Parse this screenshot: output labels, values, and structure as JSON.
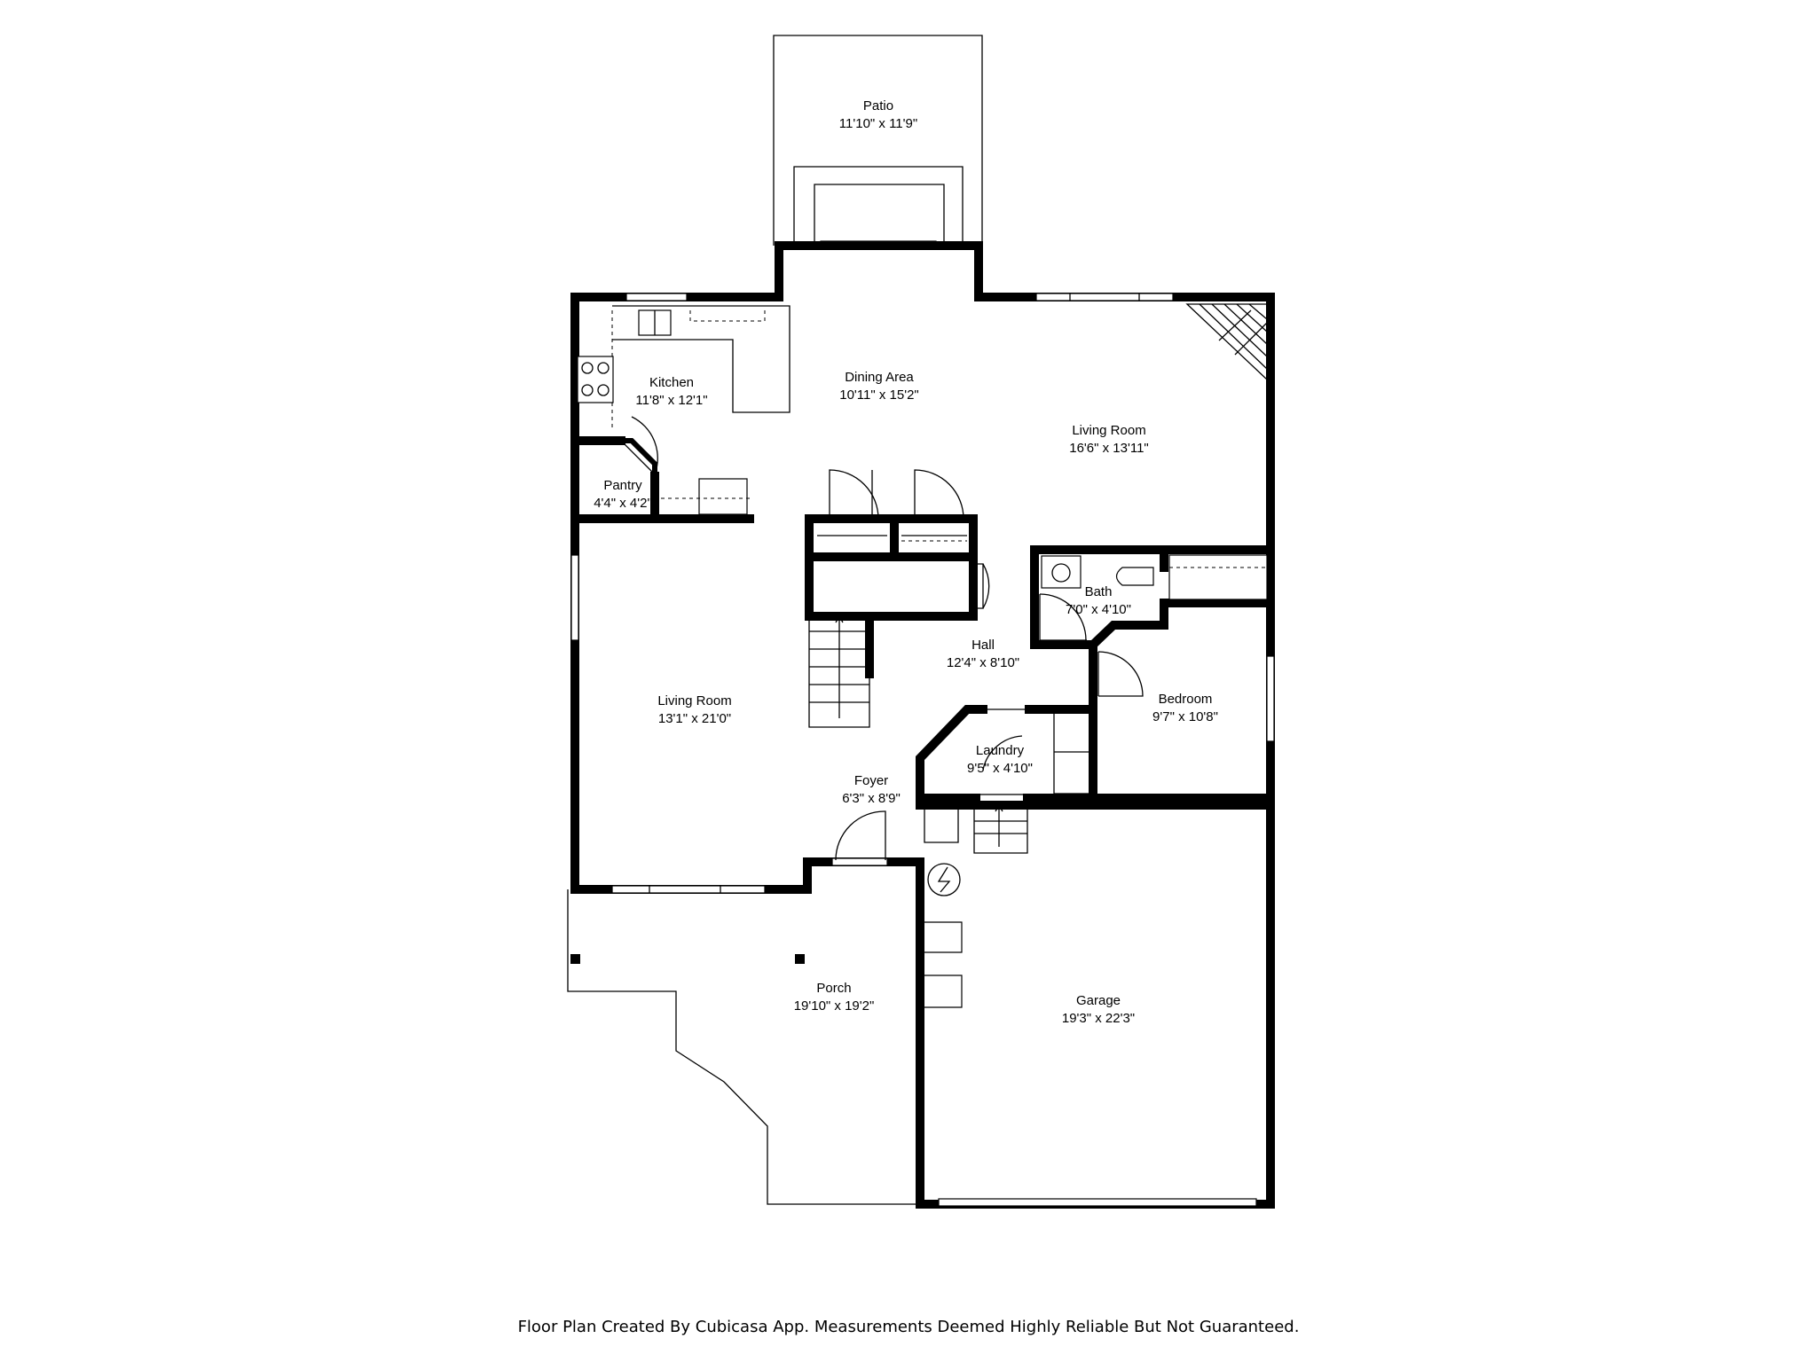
{
  "rooms": {
    "patio": {
      "name": "Patio",
      "dims": "11'10\" x 11'9\""
    },
    "kitchen": {
      "name": "Kitchen",
      "dims": "11'8\" x 12'1\""
    },
    "dining": {
      "name": "Dining Area",
      "dims": "10'11\" x 15'2\""
    },
    "living_right": {
      "name": "Living Room",
      "dims": "16'6\" x 13'11\""
    },
    "pantry": {
      "name": "Pantry",
      "dims": "4'4\" x 4'2\""
    },
    "bath": {
      "name": "Bath",
      "dims": "7'0\" x 4'10\""
    },
    "hall": {
      "name": "Hall",
      "dims": "12'4\" x 8'10\""
    },
    "living_left": {
      "name": "Living Room",
      "dims": "13'1\" x 21'0\""
    },
    "bedroom": {
      "name": "Bedroom",
      "dims": "9'7\" x 10'8\""
    },
    "laundry": {
      "name": "Laundry",
      "dims": "9'5\" x 4'10\""
    },
    "foyer": {
      "name": "Foyer",
      "dims": "6'3\" x 8'9\""
    },
    "porch": {
      "name": "Porch",
      "dims": "19'10\" x 19'2\""
    },
    "garage": {
      "name": "Garage",
      "dims": "19'3\" x 22'3\""
    }
  },
  "footer": {
    "credit": "Floor Plan Created By Cubicasa App. Measurements Deemed Highly Reliable But Not Guaranteed."
  }
}
